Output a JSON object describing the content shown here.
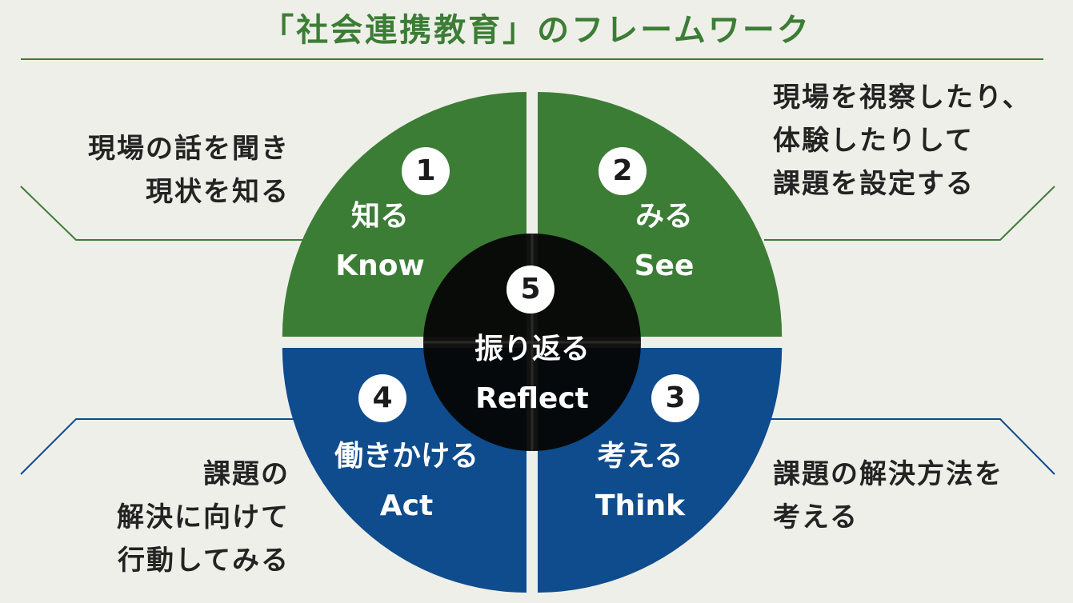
{
  "title": "「社会連携教育」のフレームワーク",
  "colors": {
    "green": "#3c7d36",
    "blue": "#0f4c8e",
    "center": "#050505",
    "background": "#efefe9",
    "text": "#232323"
  },
  "steps": [
    {
      "number": "1",
      "label_ja": "知る",
      "label_en": "Know",
      "description": "現場の話を聞き\n現状を知る"
    },
    {
      "number": "2",
      "label_ja": "みる",
      "label_en": "See",
      "description": "現場を視察したり、\n体験したりして\n課題を設定する"
    },
    {
      "number": "3",
      "label_ja": "考える",
      "label_en": "Think",
      "description": "課題の解決方法を\n考える"
    },
    {
      "number": "4",
      "label_ja": "働きかける",
      "label_en": "Act",
      "description": "課題の\n解決に向けて\n行動してみる"
    },
    {
      "number": "5",
      "label_ja": "振り返る",
      "label_en": "Reflect"
    }
  ]
}
